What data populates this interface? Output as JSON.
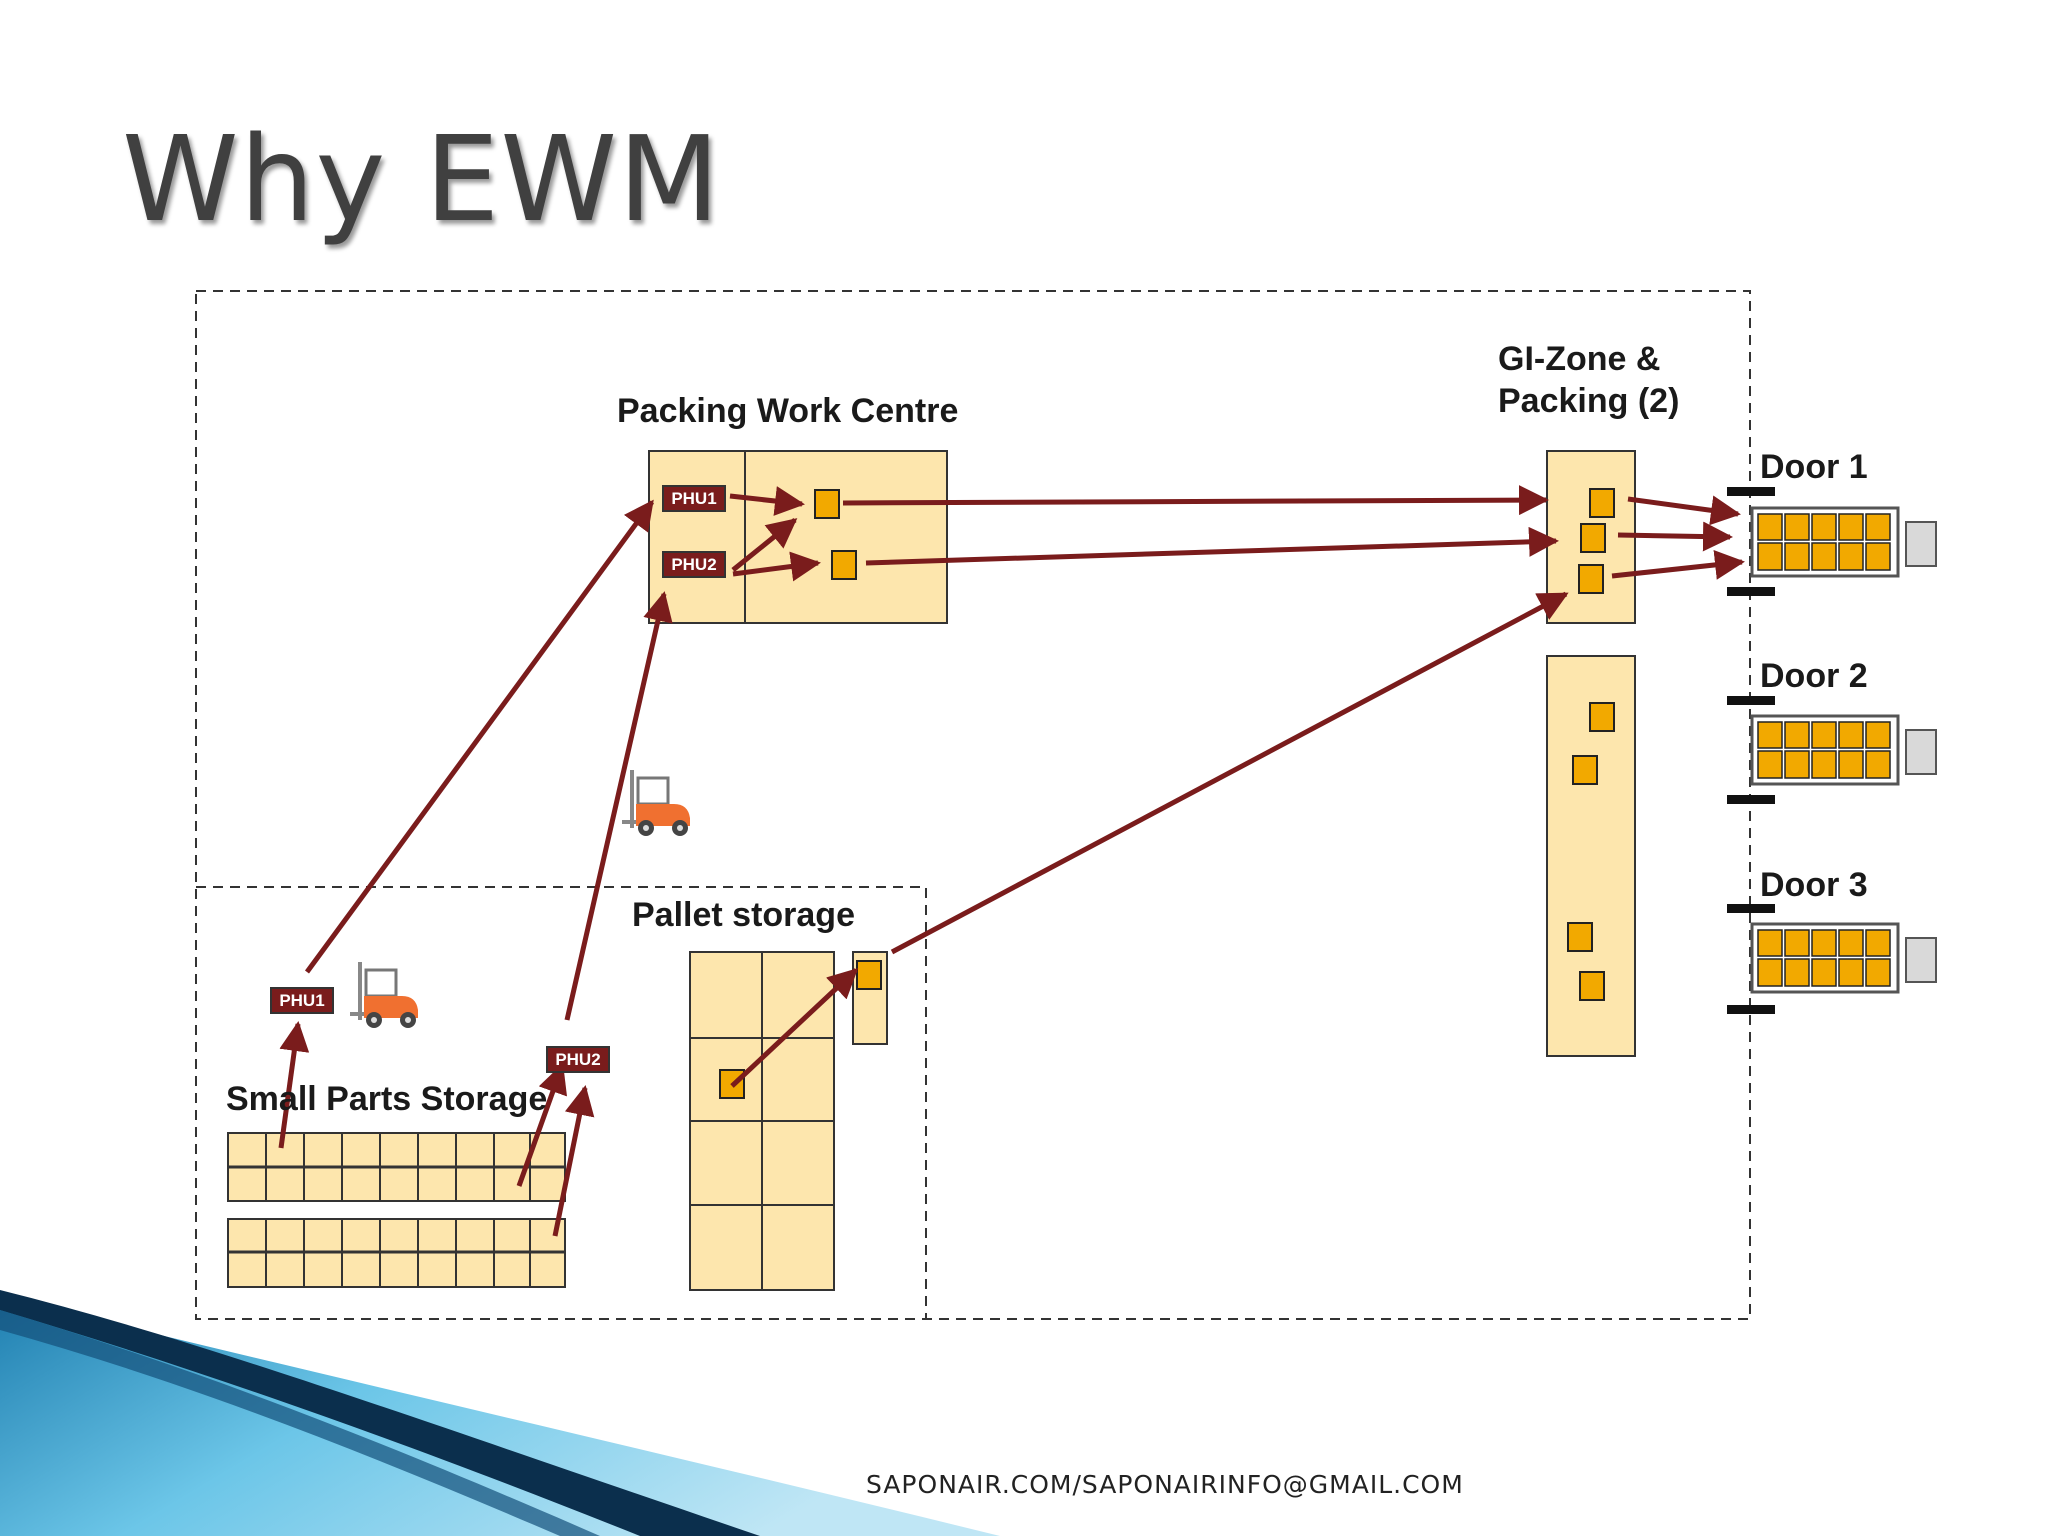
{
  "slide": {
    "title": "Why EWM",
    "footer": "SAPONAIR.COM/SAPONAIRINFO@GMAIL.COM"
  },
  "diagram": {
    "labels": {
      "packing_work_centre": "Packing Work Centre",
      "gi_zone_line1": "GI-Zone &",
      "gi_zone_line2": "Packing (2)",
      "pallet_storage": "Pallet storage",
      "small_parts_storage": "Small Parts Storage",
      "door1": "Door 1",
      "door2": "Door 2",
      "door3": "Door 3"
    },
    "tags": {
      "phu1": "PHU1",
      "phu2": "PHU2"
    }
  },
  "colors": {
    "arrow": "#7a1c1c",
    "zone_fill": "#fde6ad",
    "box_fill": "#f2a900",
    "tag_fill": "#7a1c1c",
    "title": "#404040",
    "swoosh_light": "#5bb8de",
    "swoosh_dark": "#0b3b60"
  }
}
